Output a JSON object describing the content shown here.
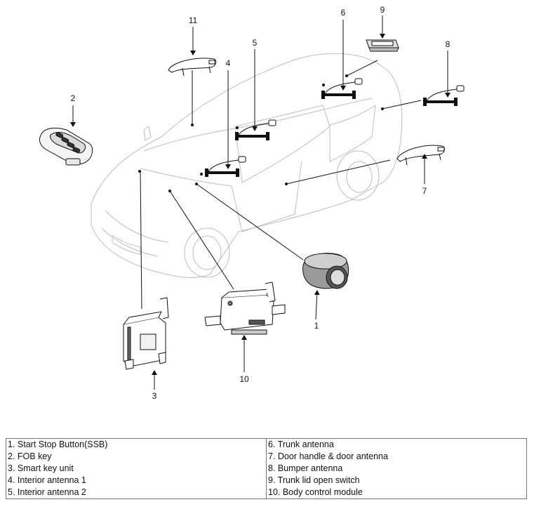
{
  "callouts": {
    "c1": "1",
    "c2": "2",
    "c3": "3",
    "c4": "4",
    "c5": "5",
    "c6": "6",
    "c7": "7",
    "c8": "8",
    "c9": "9",
    "c10": "10",
    "c11": "11"
  },
  "legend": {
    "left": [
      "1. Start Stop Button(SSB)",
      "2. FOB key",
      "3. Smart key unit",
      "4. Interior antenna 1",
      "5. Interior antenna 2"
    ],
    "right": [
      "6. Trunk antenna",
      "7. Door handle & door antenna",
      "8. Bumper antenna",
      "9. Trunk lid open switch",
      "10. Body control module"
    ]
  }
}
